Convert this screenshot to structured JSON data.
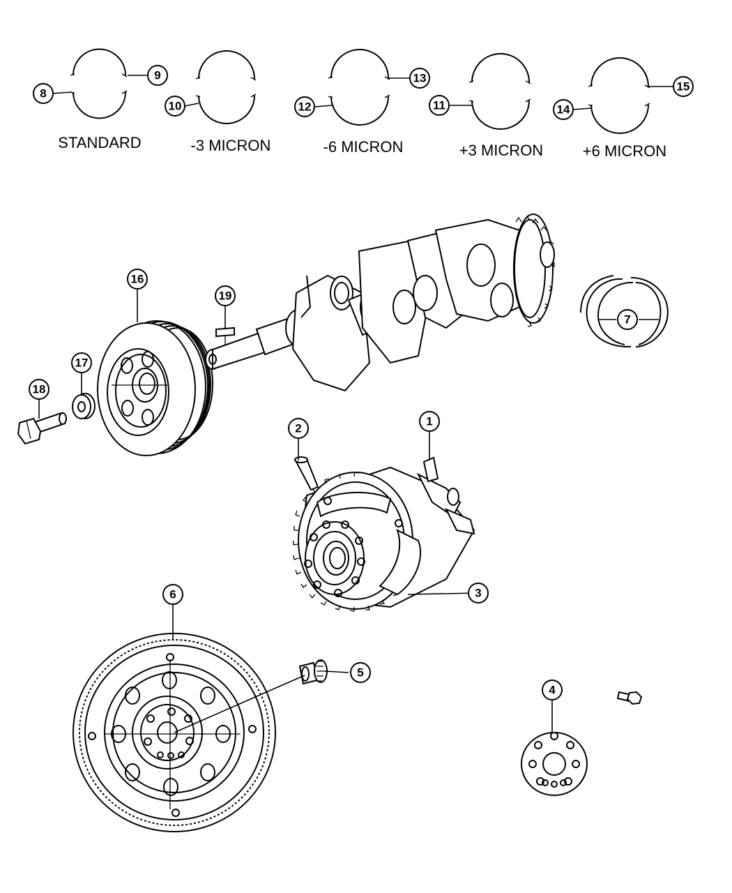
{
  "size_labels": {
    "standard": "STANDARD",
    "minus3": "-3 MICRON",
    "minus6": "-6 MICRON",
    "plus3": "+3 MICRON",
    "plus6": "+6 MICRON"
  },
  "callouts": {
    "c1": "1",
    "c2": "2",
    "c3": "3",
    "c4": "4",
    "c5": "5",
    "c6": "6",
    "c7": "7",
    "c8": "8",
    "c9": "9",
    "c10": "10",
    "c11": "11",
    "c12": "12",
    "c13": "13",
    "c14": "14",
    "c15": "15",
    "c16": "16",
    "c17": "17",
    "c18": "18",
    "c19": "19"
  }
}
